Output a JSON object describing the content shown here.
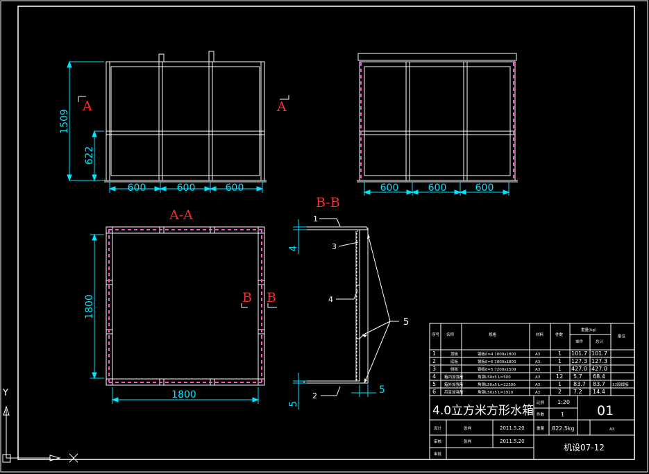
{
  "dims": {
    "front_width_1": "600",
    "front_width_2": "600",
    "front_width_3": "600",
    "front_height_total": "1509",
    "front_height_lower": "622",
    "side_width_1": "600",
    "side_width_2": "600",
    "side_width_3": "600",
    "plan_width": "1800",
    "plan_height": "1800",
    "bb_top_offset": "4",
    "bb_bottom_offset": "5",
    "bb_side_offset": "5"
  },
  "labels": {
    "section_a_left": "A",
    "section_a_right": "A",
    "view_aa": "A-A",
    "view_bb": "B-B",
    "section_b_left": "B",
    "section_b_right": "B"
  },
  "callouts": [
    "1",
    "2",
    "3",
    "4",
    "5"
  ],
  "axes": {
    "y": "Y",
    "x": "X"
  },
  "title_block": {
    "title": "4.0立方米方形水箱",
    "scale_label": "比例",
    "scale_value": "1:20",
    "quantity_label": "件数",
    "quantity_value": "1",
    "weight_label": "重量",
    "weight_value": "822.5kg",
    "drawing_no": "01",
    "designer_label": "设计",
    "designer_name": "张祥",
    "designer_date": "2011.5.20",
    "checker_label": "审核",
    "checker_name": "张祥",
    "checker_date": "2011.5.20",
    "approver_label": "审批",
    "class_code": "机设07-12",
    "material_ref": "A3"
  },
  "bom": {
    "headers": [
      "序号",
      "名称",
      "规格",
      "材料",
      "件数",
      "单件",
      "总计",
      "备注"
    ],
    "weight_header": "重量(kg)",
    "rows": [
      [
        "1",
        "顶板",
        "钢板δ=4 1800x1800",
        "A3",
        "1",
        "101.7",
        "101.7",
        ""
      ],
      [
        "2",
        "底板",
        "钢板δ=6 1800x1800",
        "A3",
        "1",
        "127.3",
        "127.3",
        ""
      ],
      [
        "3",
        "侧板",
        "钢板δ=5 7200x1509",
        "A3",
        "1",
        "427.0",
        "427.0",
        ""
      ],
      [
        "4",
        "箱内加强筋",
        "角钢L50x5 L=500",
        "A3",
        "12",
        "5.7",
        "68.4",
        ""
      ],
      [
        "5",
        "箱外加强筋",
        "角钢L50x5 L=22300",
        "A3",
        "1",
        "83.7",
        "83.7",
        "12段焊接"
      ],
      [
        "6",
        "吊耳加强筋",
        "角钢L50x5 L=1910",
        "A3",
        "2",
        "7.2",
        "14.4",
        ""
      ]
    ]
  }
}
